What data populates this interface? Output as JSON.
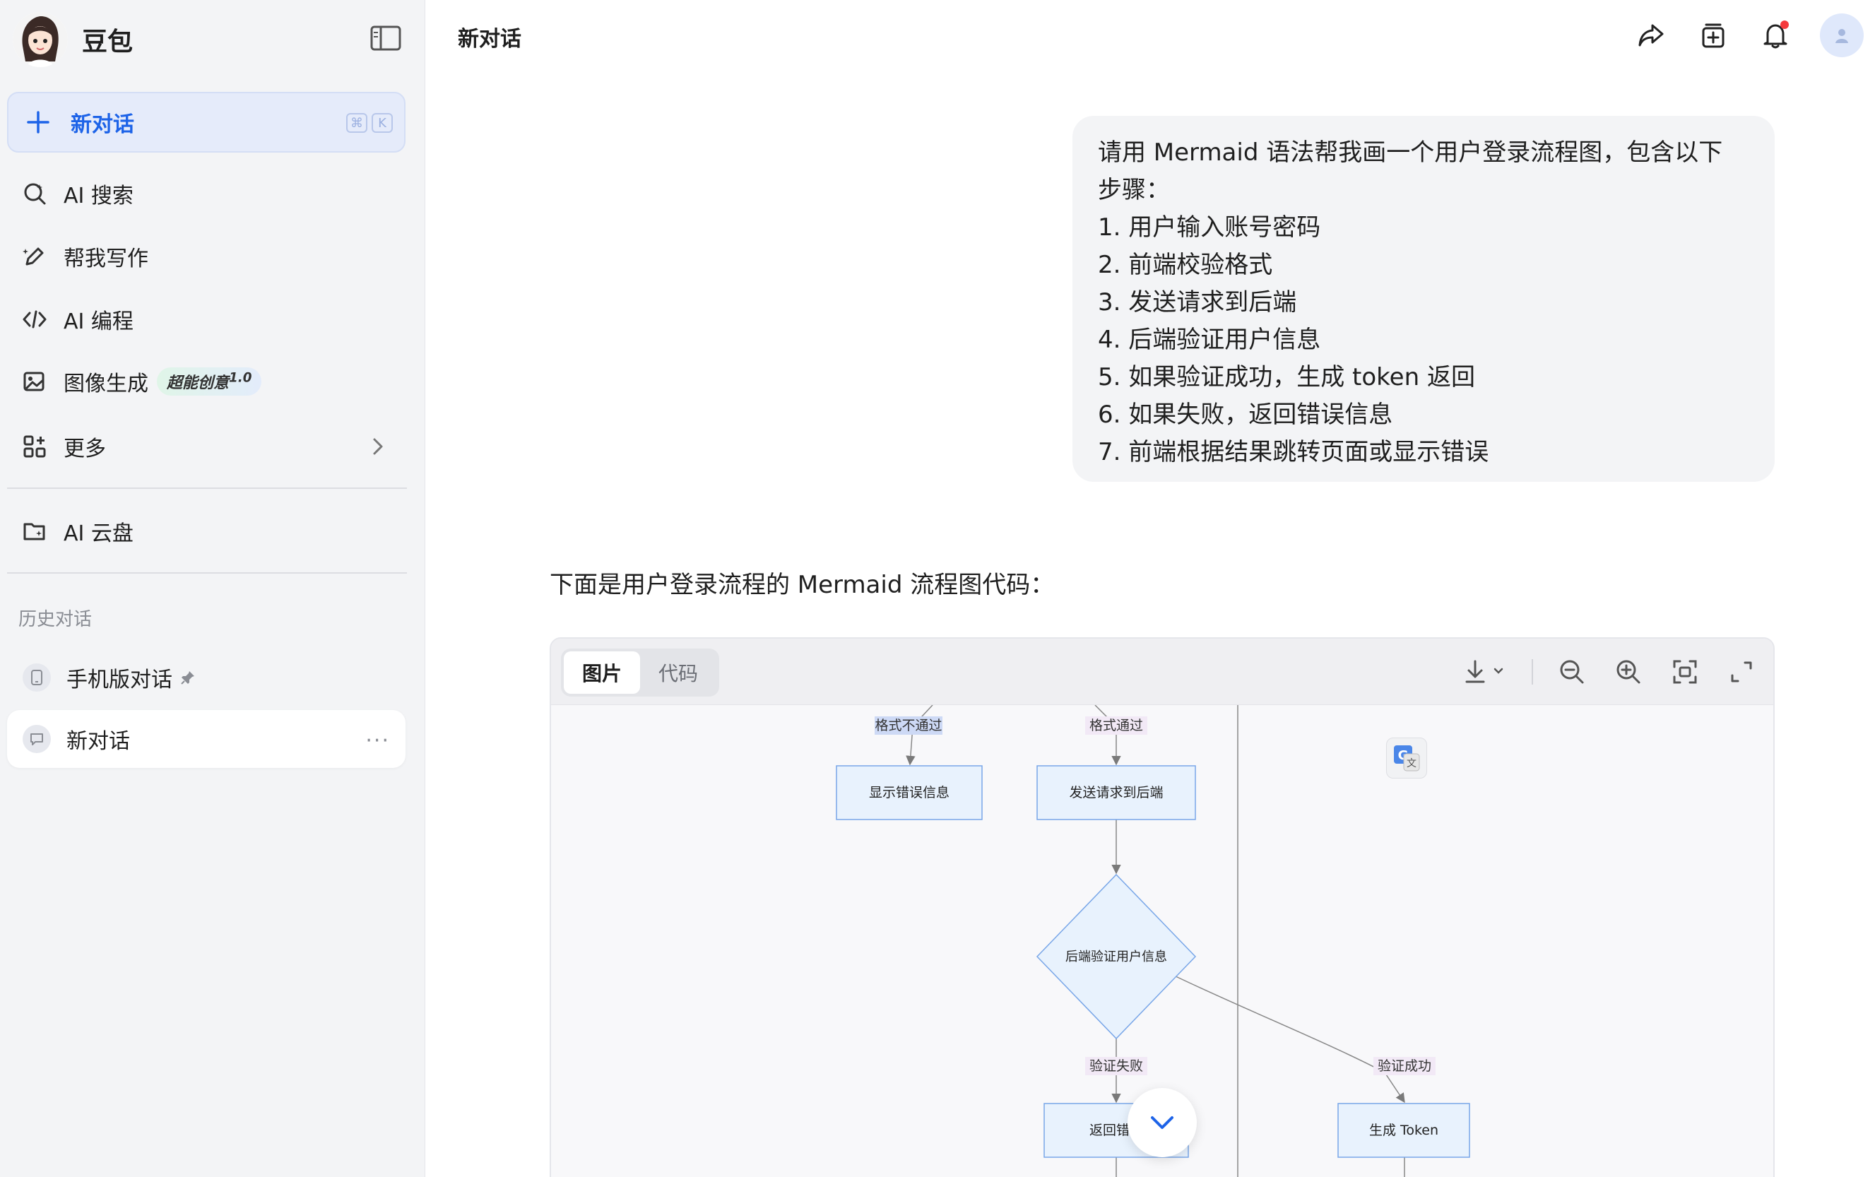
{
  "sidebar": {
    "brand_name": "豆包",
    "new_chat": {
      "label": "新对话",
      "shortcut": [
        "⌘",
        "K"
      ]
    },
    "items": [
      {
        "label": "AI 搜索",
        "icon": "ai-search-icon"
      },
      {
        "label": "帮我写作",
        "icon": "pen-icon"
      },
      {
        "label": "AI 编程",
        "icon": "code-icon"
      },
      {
        "label": "图像生成",
        "icon": "image-icon",
        "badge": "超能创意",
        "badge_sup": "1.0"
      },
      {
        "label": "更多",
        "icon": "grid-icon"
      },
      {
        "label": "AI 云盘",
        "icon": "cloud-folder-icon"
      }
    ],
    "history_title": "历史对话",
    "history": [
      {
        "label": "手机版对话",
        "pinned": true
      },
      {
        "label": "新对话",
        "active": true
      }
    ]
  },
  "header": {
    "title": "新对话"
  },
  "conversation": {
    "user_message_lines": [
      "请用 Mermaid 语法帮我画一个用户登录流程图，包含以下",
      "步骤：",
      "1. 用户输入账号密码",
      "2. 前端校验格式",
      "3. 发送请求到后端",
      "4. 后端验证用户信息",
      "5. 如果验证成功，生成 token 返回",
      "6. 如果失败，返回错误信息",
      "7. 前端根据结果跳转页面或显示错误"
    ],
    "assistant_intro": "下面是用户登录流程的 Mermaid 流程图代码："
  },
  "diagram": {
    "tabs": [
      "图片",
      "代码"
    ],
    "active_tab": "图片",
    "edge_labels": {
      "fail_format": "格式不通过",
      "pass_format": "格式通过",
      "verify_fail": "验证失败",
      "verify_success": "验证成功"
    },
    "nodes": {
      "show_error": "显示错误信息",
      "send_request": "发送请求到后端",
      "backend_verify": "后端验证用户信息",
      "return_error": "返回错误",
      "generate_token": "生成 Token"
    }
  },
  "colors": {
    "accent": "#1d63e8",
    "node_fill": "#e8f2fd",
    "node_stroke": "#78a6e8",
    "notification": "#f5393c"
  }
}
